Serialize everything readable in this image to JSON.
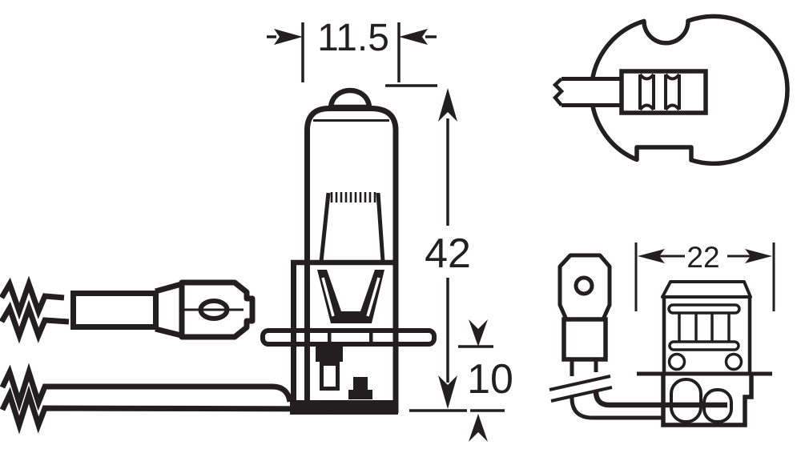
{
  "diagram": {
    "type": "technical-drawing",
    "subject": "H3 halogen bulb dimensional drawing",
    "colors": {
      "line": "#231f20",
      "background": "#ffffff"
    },
    "dimensions": {
      "bulb_width_mm": "11.5",
      "overall_length_mm": "42",
      "base_depth_mm": "10",
      "flange_diameter_mm": "22"
    },
    "views": {
      "main": "bulb side view with lead wires and spade terminal",
      "top_right": "base bottom view with crimped connector",
      "bottom_right": "base side view with ring terminal and bent wire"
    }
  }
}
